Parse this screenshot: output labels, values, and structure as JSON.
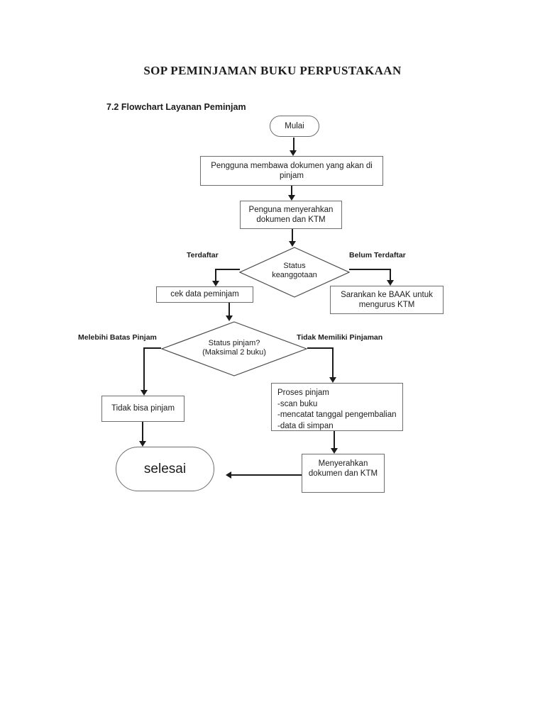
{
  "page": {
    "title": "SOP PEMINJAMAN BUKU PERPUSTAKAAN",
    "section_heading": "7.2 Flowchart Layanan Peminjam"
  },
  "colors": {
    "background": "#ffffff",
    "ink": "#1c1c1c",
    "box_border": "#6e6e6e"
  },
  "flowchart": {
    "start": "Mulai",
    "step_bring_documents": "Pengguna membawa dokumen yang akan di pinjam",
    "step_hand_over": "Penguna menyerahkan dokumen dan KTM",
    "decision_membership": "Status keanggotaan",
    "label_registered": "Terdaftar",
    "label_not_registered": "Belum Terdaftar",
    "step_check_borrower": "cek data peminjam",
    "step_refer_baak": "Sarankan ke BAAK untuk mengurus KTM",
    "decision_loan": {
      "line1": "Status pinjam?",
      "line2": "(Maksimal 2 buku)"
    },
    "label_over_limit": "Melebihi Batas Pinjam",
    "label_no_loans": "Tidak Memiliki Pinjaman",
    "step_cannot_borrow": "Tidak bisa pinjam",
    "process_loan": {
      "line1": "Proses pinjam",
      "line2": "-scan buku",
      "line3": "-mencatat tanggal pengembalian",
      "line4": "-data di simpan"
    },
    "step_return_documents": "Menyerahkan dokumen dan KTM",
    "end": "selesai"
  }
}
